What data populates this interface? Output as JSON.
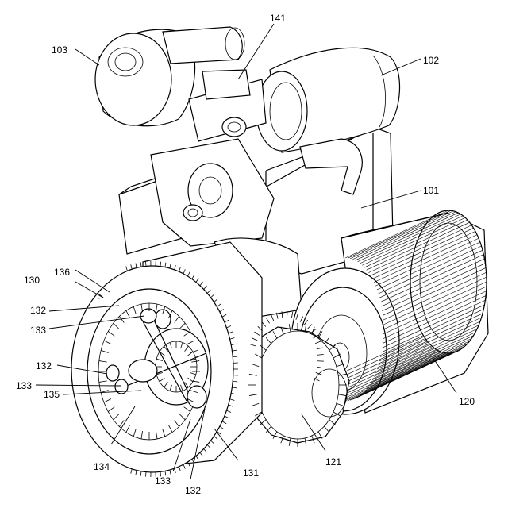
{
  "labels": {
    "l130": "130",
    "l136": "136",
    "l132a": "132",
    "l133a": "133",
    "l132b": "132",
    "l133b": "133",
    "l135": "135",
    "l134": "134",
    "l133c": "133",
    "l132c": "132",
    "l131": "131",
    "l121": "121",
    "l120": "120",
    "l101": "101",
    "l102": "102",
    "l103": "103",
    "l141": "141"
  }
}
